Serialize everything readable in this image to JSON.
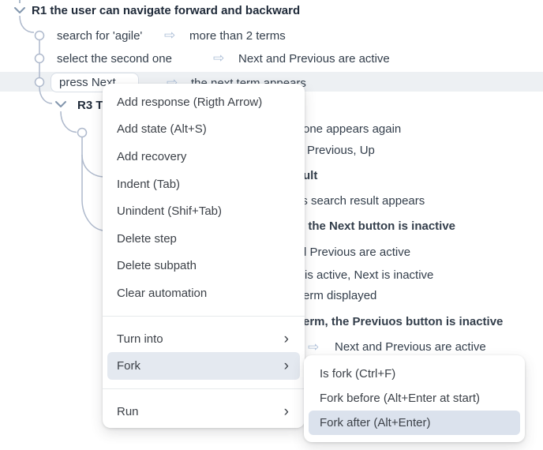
{
  "icons": {
    "arrow_right": "⇨",
    "submenu_chevron": "›"
  },
  "tree": {
    "root_label": "R1 the user can navigate forward and backward",
    "steps": [
      {
        "step": "search for 'agile'",
        "response": "more than 2 terms"
      },
      {
        "step": "select the second one",
        "response": "Next and Previous are active"
      },
      {
        "step": "press Next",
        "response": "the next term appears"
      }
    ],
    "subheading": "R3 T",
    "background_rows": [
      {
        "text": "one appears again"
      },
      {
        "text": "Previous, Up"
      },
      {
        "text": "ult"
      },
      {
        "text": "is search result appears"
      },
      {
        "text": ", the Next button is inactive"
      },
      {
        "text": "d Previous are active"
      },
      {
        "text": "is active, Next is inactive"
      },
      {
        "text": "erm displayed"
      },
      {
        "text": "erm, the Previuos button is inactive"
      },
      {
        "text": "Next and Previous are active"
      }
    ]
  },
  "context_menu": {
    "items": [
      "Add response (Rigth Arrow)",
      "Add state (Alt+S)",
      "Add recovery",
      "Indent (Tab)",
      "Unindent (Shif+Tab)",
      "Delete step",
      "Delete subpath",
      "Clear automation",
      "Turn into",
      "Fork",
      "Run"
    ],
    "highlighted_item": "Fork"
  },
  "submenu": {
    "items": [
      "Is fork (Ctrl+F)",
      "Fork before (Alt+Enter at start)",
      "Fork after (Alt+Enter)"
    ],
    "highlighted_item": "Fork after (Alt+Enter)"
  },
  "colors": {
    "row_highlight": "#edf0f3",
    "menu_hover_highlight": "#e4e9f0",
    "submenu_active_highlight": "#dbe2ed",
    "tree_line": "#aeb9cc",
    "text": "#333e4b",
    "bold_text": "#202b3a"
  }
}
